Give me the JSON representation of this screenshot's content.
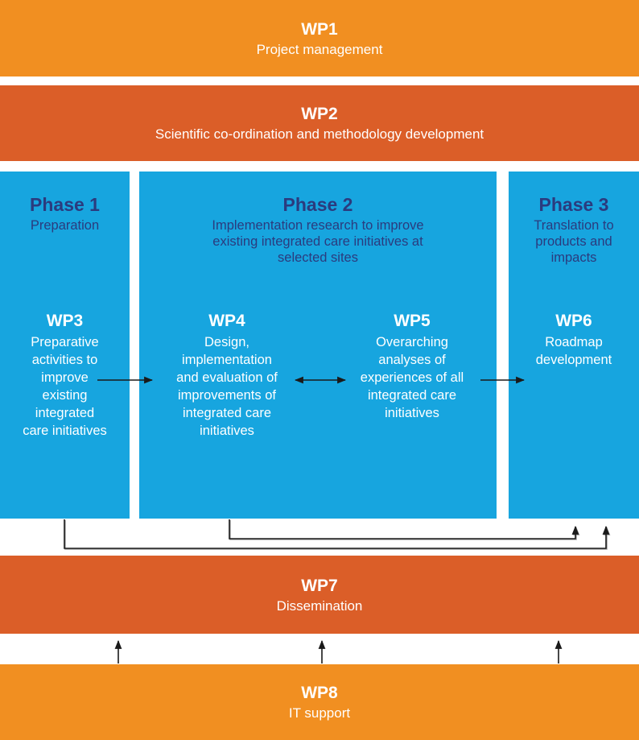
{
  "colors": {
    "orange": "#F18F21",
    "dark_orange": "#DB5E28",
    "blue": "#17A5DF",
    "navy_text": "#2B3B7E",
    "line": "#1A1A1A",
    "background": "#FFFFFF"
  },
  "bars": {
    "wp1": {
      "title": "WP1",
      "subtitle": "Project management"
    },
    "wp2": {
      "title": "WP2",
      "subtitle": "Scientific co-ordination and methodology development"
    },
    "wp7": {
      "title": "WP7",
      "subtitle": "Dissemination"
    },
    "wp8": {
      "title": "WP8",
      "subtitle": "IT support"
    }
  },
  "phases": {
    "phase1": {
      "title": "Phase 1",
      "subtitle": "Preparation"
    },
    "phase2": {
      "title": "Phase 2",
      "subtitle": "Implementation research to improve\nexisting integrated care initiatives at\nselected sites"
    },
    "phase3": {
      "title": "Phase 3",
      "subtitle": "Translation to\nproducts and\nimpacts"
    }
  },
  "work_packages": {
    "wp3": {
      "title": "WP3",
      "description": "Preparative\nactivities to\nimprove\nexisting\nintegrated\ncare initiatives"
    },
    "wp4": {
      "title": "WP4",
      "description": "Design,\nimplementation\nand evaluation of\nimprovements of\nintegrated care\ninitiatives"
    },
    "wp5": {
      "title": "WP5",
      "description": "Overarching\nanalyses of\nexperiences of all\nintegrated care\ninitiatives"
    },
    "wp6": {
      "title": "WP6",
      "description": "Roadmap\ndevelopment"
    }
  }
}
